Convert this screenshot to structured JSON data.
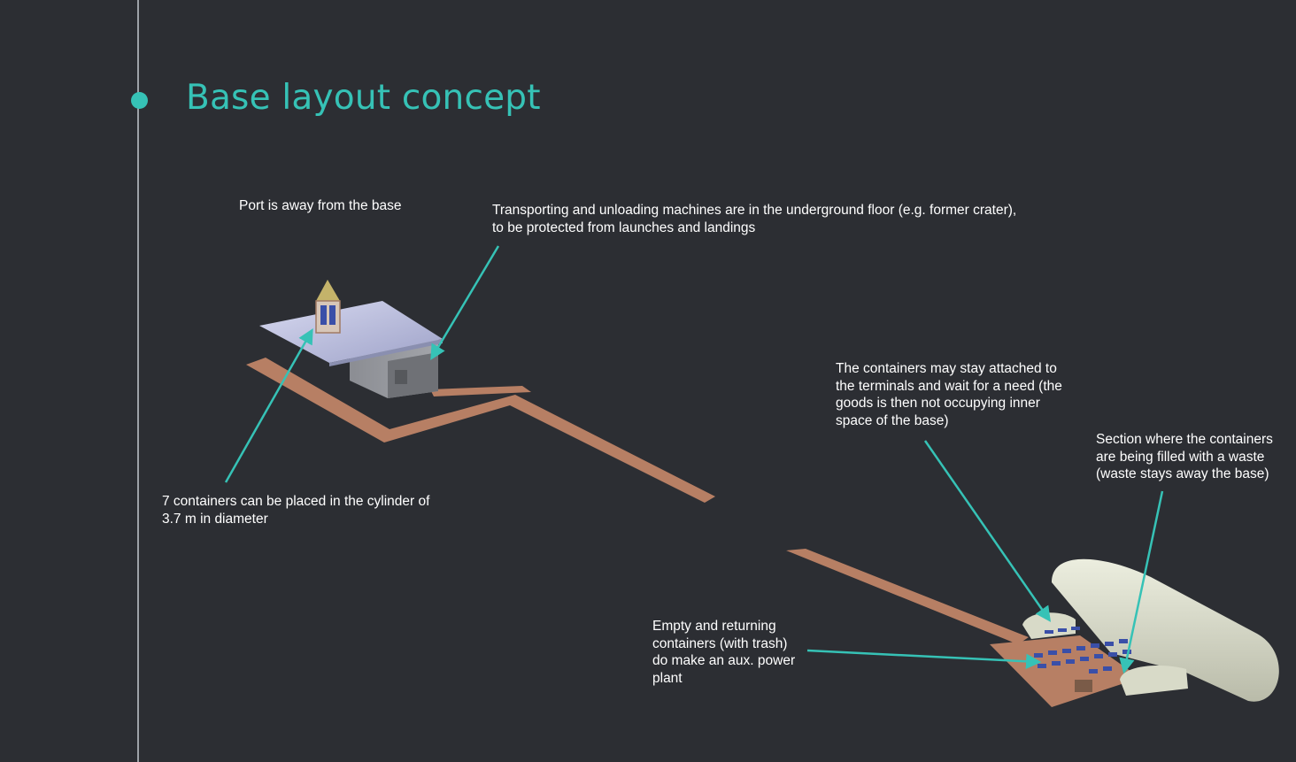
{
  "slide": {
    "title": "Base layout concept",
    "accent_color": "#36c2b6",
    "background_color": "#2c2e33"
  },
  "annotations": {
    "port_away": "Port is away from the base",
    "transport_machines": "Transporting and unloading machines are in the underground floor (e.g. former crater),\nto be protected from launches and landings",
    "containers_cylinder": "7 containers can be placed in the cylinder of\n3.7 m in diameter",
    "containers_attached": "The containers may stay attached to\nthe terminals and wait for a need (the\ngoods is then not occupying inner\nspace of the base)",
    "waste_section": "Section where the containers\nare being filled with a waste\n(waste stays away the base)",
    "aux_power": "Empty and returning\ncontainers (with trash)\ndo make an aux. power\nplant"
  },
  "icons": [
    "rocket-icon",
    "launch-pad",
    "underground-bunker",
    "transport-corridor",
    "base-habitat"
  ]
}
